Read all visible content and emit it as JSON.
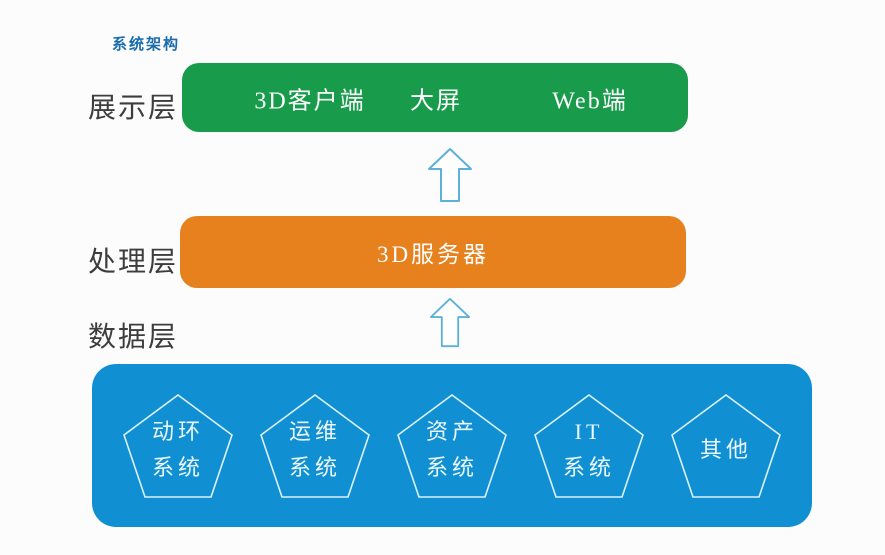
{
  "page": {
    "title": "系统架构"
  },
  "colors": {
    "title_blue": "#1a6cad",
    "display_bar_green": "#189c4b",
    "processing_bar_orange": "#e7811d",
    "data_box_blue": "#1090d3",
    "arrow_stroke": "#5fb0d9",
    "layer_label_text": "#3d3d3d",
    "bar_text": "#ffffff"
  },
  "layers": {
    "display": {
      "label": "展示层",
      "items": [
        "3D客户端",
        "大屏",
        "Web端"
      ]
    },
    "processing": {
      "label": "处理层",
      "server_label": "3D服务器"
    },
    "data": {
      "label": "数据层",
      "pentagons": [
        {
          "lines": [
            "动环",
            "系统"
          ]
        },
        {
          "lines": [
            "运维",
            "系统"
          ]
        },
        {
          "lines": [
            "资产",
            "系统"
          ]
        },
        {
          "lines": [
            "IT",
            "系统"
          ]
        },
        {
          "lines": [
            "其他"
          ]
        }
      ]
    }
  }
}
